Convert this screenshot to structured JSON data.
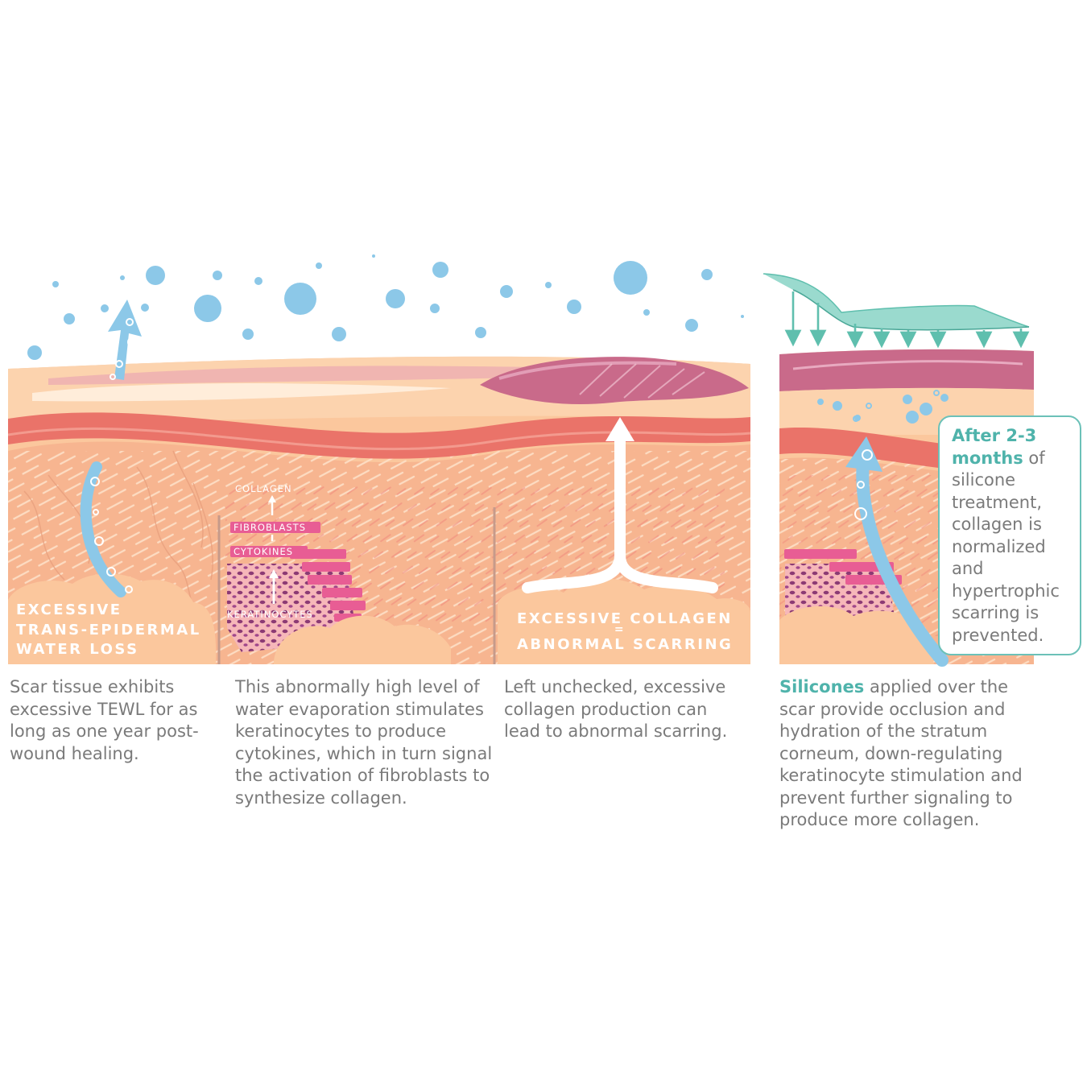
{
  "colors": {
    "water": "#8cc8e8",
    "skin_base": "#fbc79d",
    "dermis": "#f7b590",
    "red_band": "#ea7369",
    "scar": "#c96a8a",
    "silicone": "#5fbfae",
    "accent_text": "#4fb3ab",
    "caption_text": "#7a7a7a"
  },
  "panel1": {
    "label_lines": [
      "EXCESSIVE",
      "TRANS-EPIDERMAL",
      "WATER LOSS"
    ],
    "caption": "Scar tissue exhibits excessive TEWL for as long as one year post-wound healing."
  },
  "panel2": {
    "tags": [
      "COLLAGEN",
      "FIBROBLASTS",
      "CYTOKINES",
      "KERATINOCYTES"
    ],
    "caption": "This abnormally high level of water evaporation stimulates keratinocytes  to produce cytokines, which in turn signal the activation of fibroblasts to synthesize collagen."
  },
  "panel3": {
    "label_line1": "EXCESSIVE COLLAGEN",
    "label_eq": "=",
    "label_line2": "ABNORMAL SCARRING",
    "caption": "Left unchecked, excessive collagen production can lead to abnormal scarring."
  },
  "panel4": {
    "callout_em": "After 2-3 months",
    "callout_rest": " of silicone treatment, collagen is normalized and hypertrophic scarring is prevented.",
    "caption_em": "Silicones",
    "caption_rest": " applied over the scar provide occlusion and hydration of the stratum corneum, down-regulating keratinocyte stimulation and prevent further signaling to produce more collagen."
  }
}
